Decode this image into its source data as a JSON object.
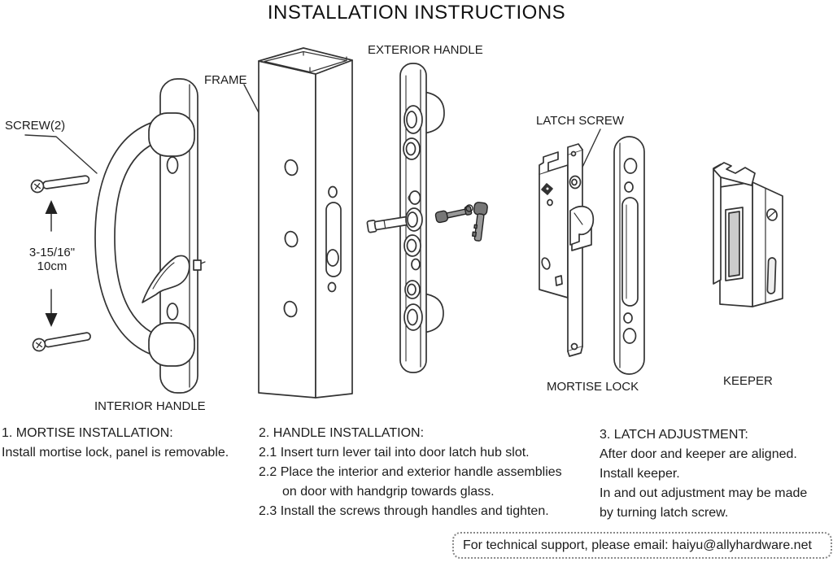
{
  "title": "INSTALLATION INSTRUCTIONS",
  "colors": {
    "ink": "#1c1c1c",
    "line": "#333333",
    "background": "#ffffff"
  },
  "diagram": {
    "screw_label": "SCREW(2)",
    "dimension": {
      "inches": "3-15/16\"",
      "metric": "10cm"
    },
    "interior_handle_label": "INTERIOR HANDLE",
    "frame_label": "FRAME",
    "exterior_handle_label": "EXTERIOR HANDLE",
    "latch_screw_label": "LATCH SCREW",
    "mortise_lock_label": "MORTISE LOCK",
    "keeper_label": "KEEPER"
  },
  "instructions": {
    "section1": {
      "heading": "1. MORTISE INSTALLATION:",
      "line1": "Install mortise lock, panel is removable."
    },
    "section2": {
      "heading": "2. HANDLE INSTALLATION:",
      "line1": "2.1 Insert turn lever tail into door latch hub slot.",
      "line2": "2.2 Place the interior and exterior handle assemblies",
      "line2b": "on door with handgrip towards glass.",
      "line3": "2.3 Install the screws through handles and tighten."
    },
    "section3": {
      "heading": "3. LATCH ADJUSTMENT:",
      "line1": "After door and keeper are aligned.",
      "line2": "Install keeper.",
      "line3": "In and out adjustment may be made",
      "line4": "by turning latch screw."
    }
  },
  "footer": {
    "support_text": "For technical support, please email: haiyu@allyhardware.net"
  }
}
